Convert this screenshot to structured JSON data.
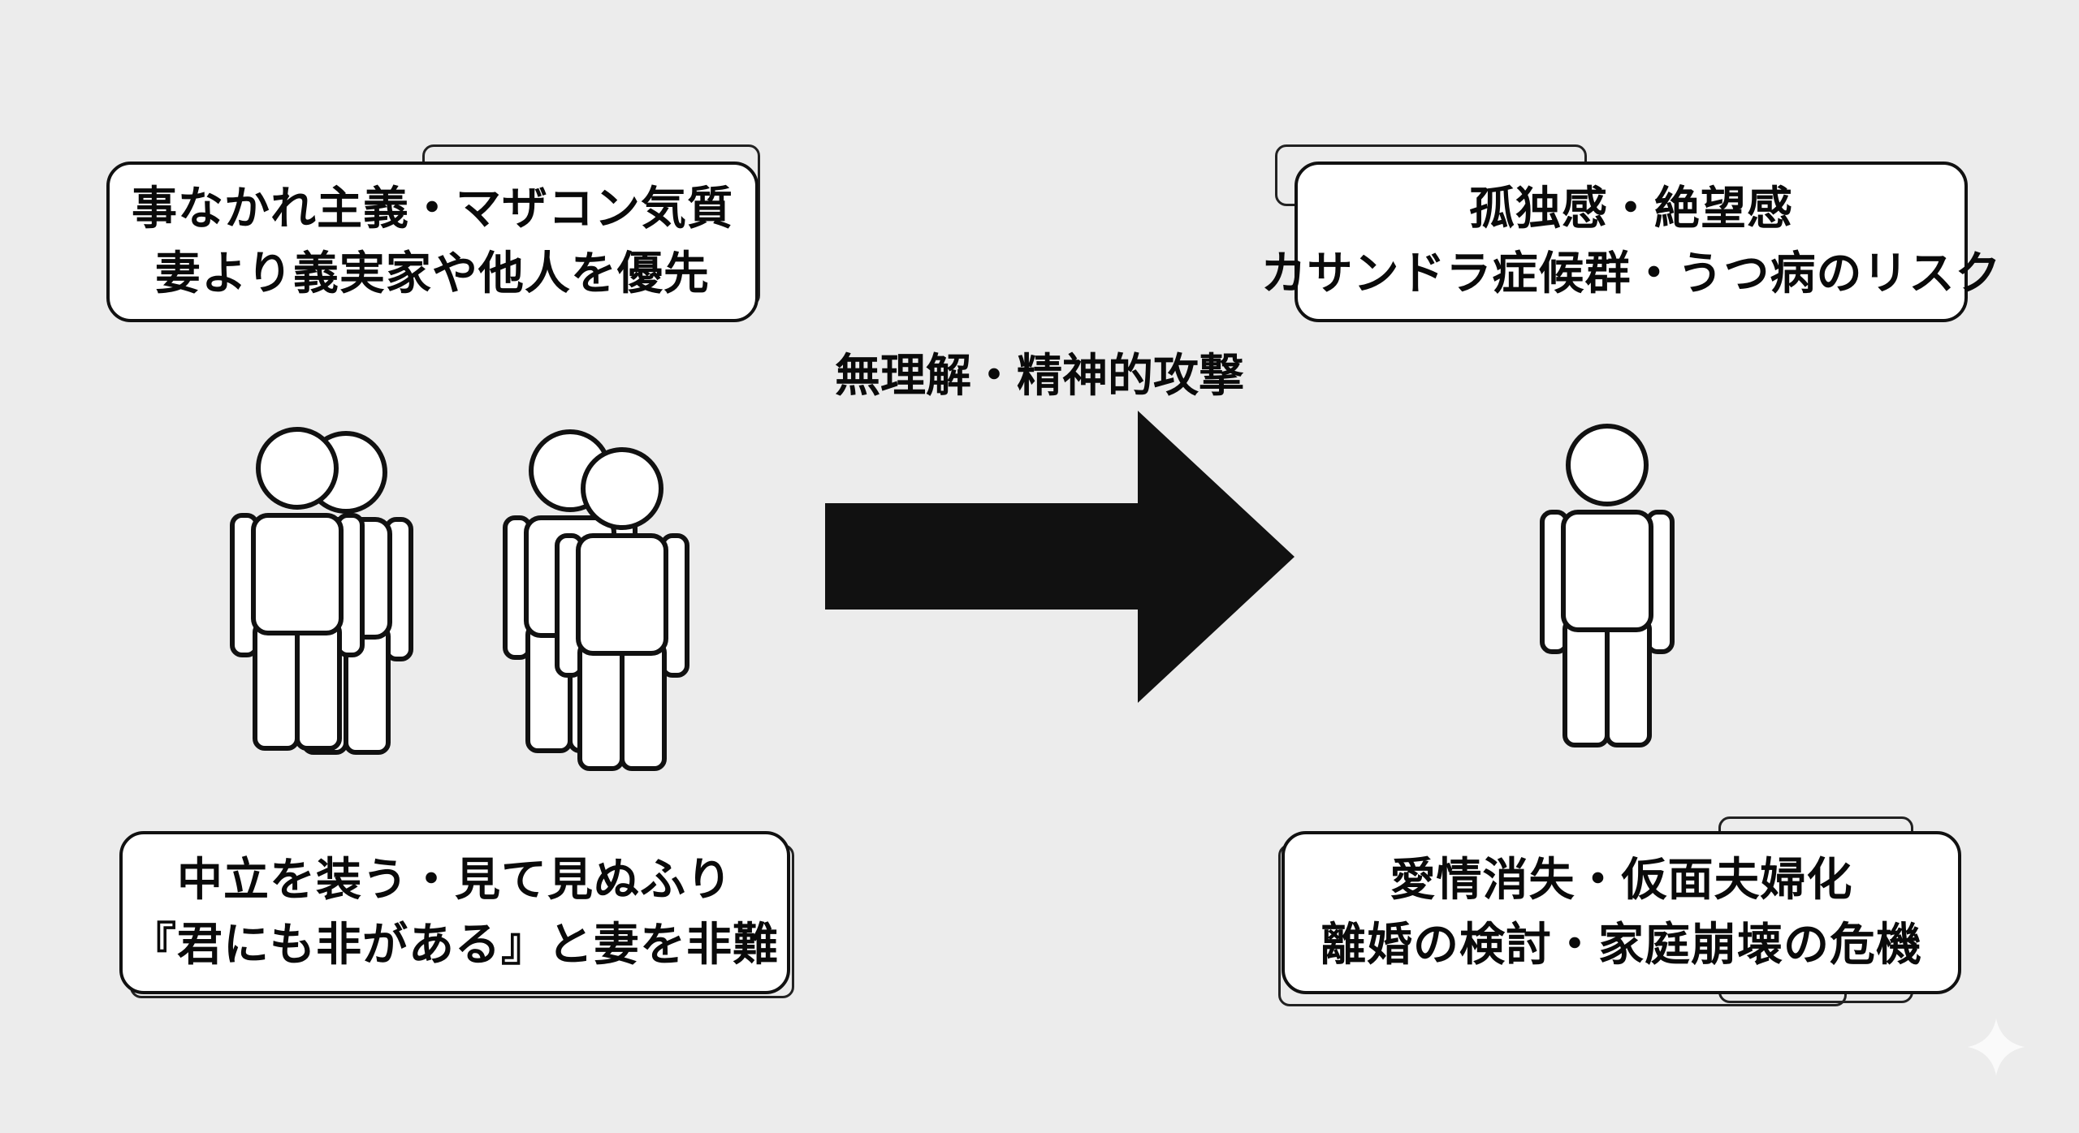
{
  "boxes": {
    "top_left": {
      "line1": "事なかれ主義・マザコン気質",
      "line2": "妻より義実家や他人を優先"
    },
    "bottom_left": {
      "line1": "中立を装う・見て見ぬふり",
      "line2": "『君にも非がある』と妻を非難"
    },
    "top_right": {
      "line1": "孤独感・絶望感",
      "line2": "カサンドラ症候群・うつ病のリスク"
    },
    "bottom_right": {
      "line1": "愛情消失・仮面夫婦化",
      "line2": "離婚の検討・家庭崩壊の危機"
    }
  },
  "arrow": {
    "label": "無理解・精神的攻撃"
  },
  "icons": {
    "people_group": "people-group-icon",
    "person": "person-icon",
    "arrow": "right-arrow-icon",
    "sparkle": "sparkle-icon"
  },
  "colors": {
    "background": "#ececec",
    "ink": "#111111"
  }
}
